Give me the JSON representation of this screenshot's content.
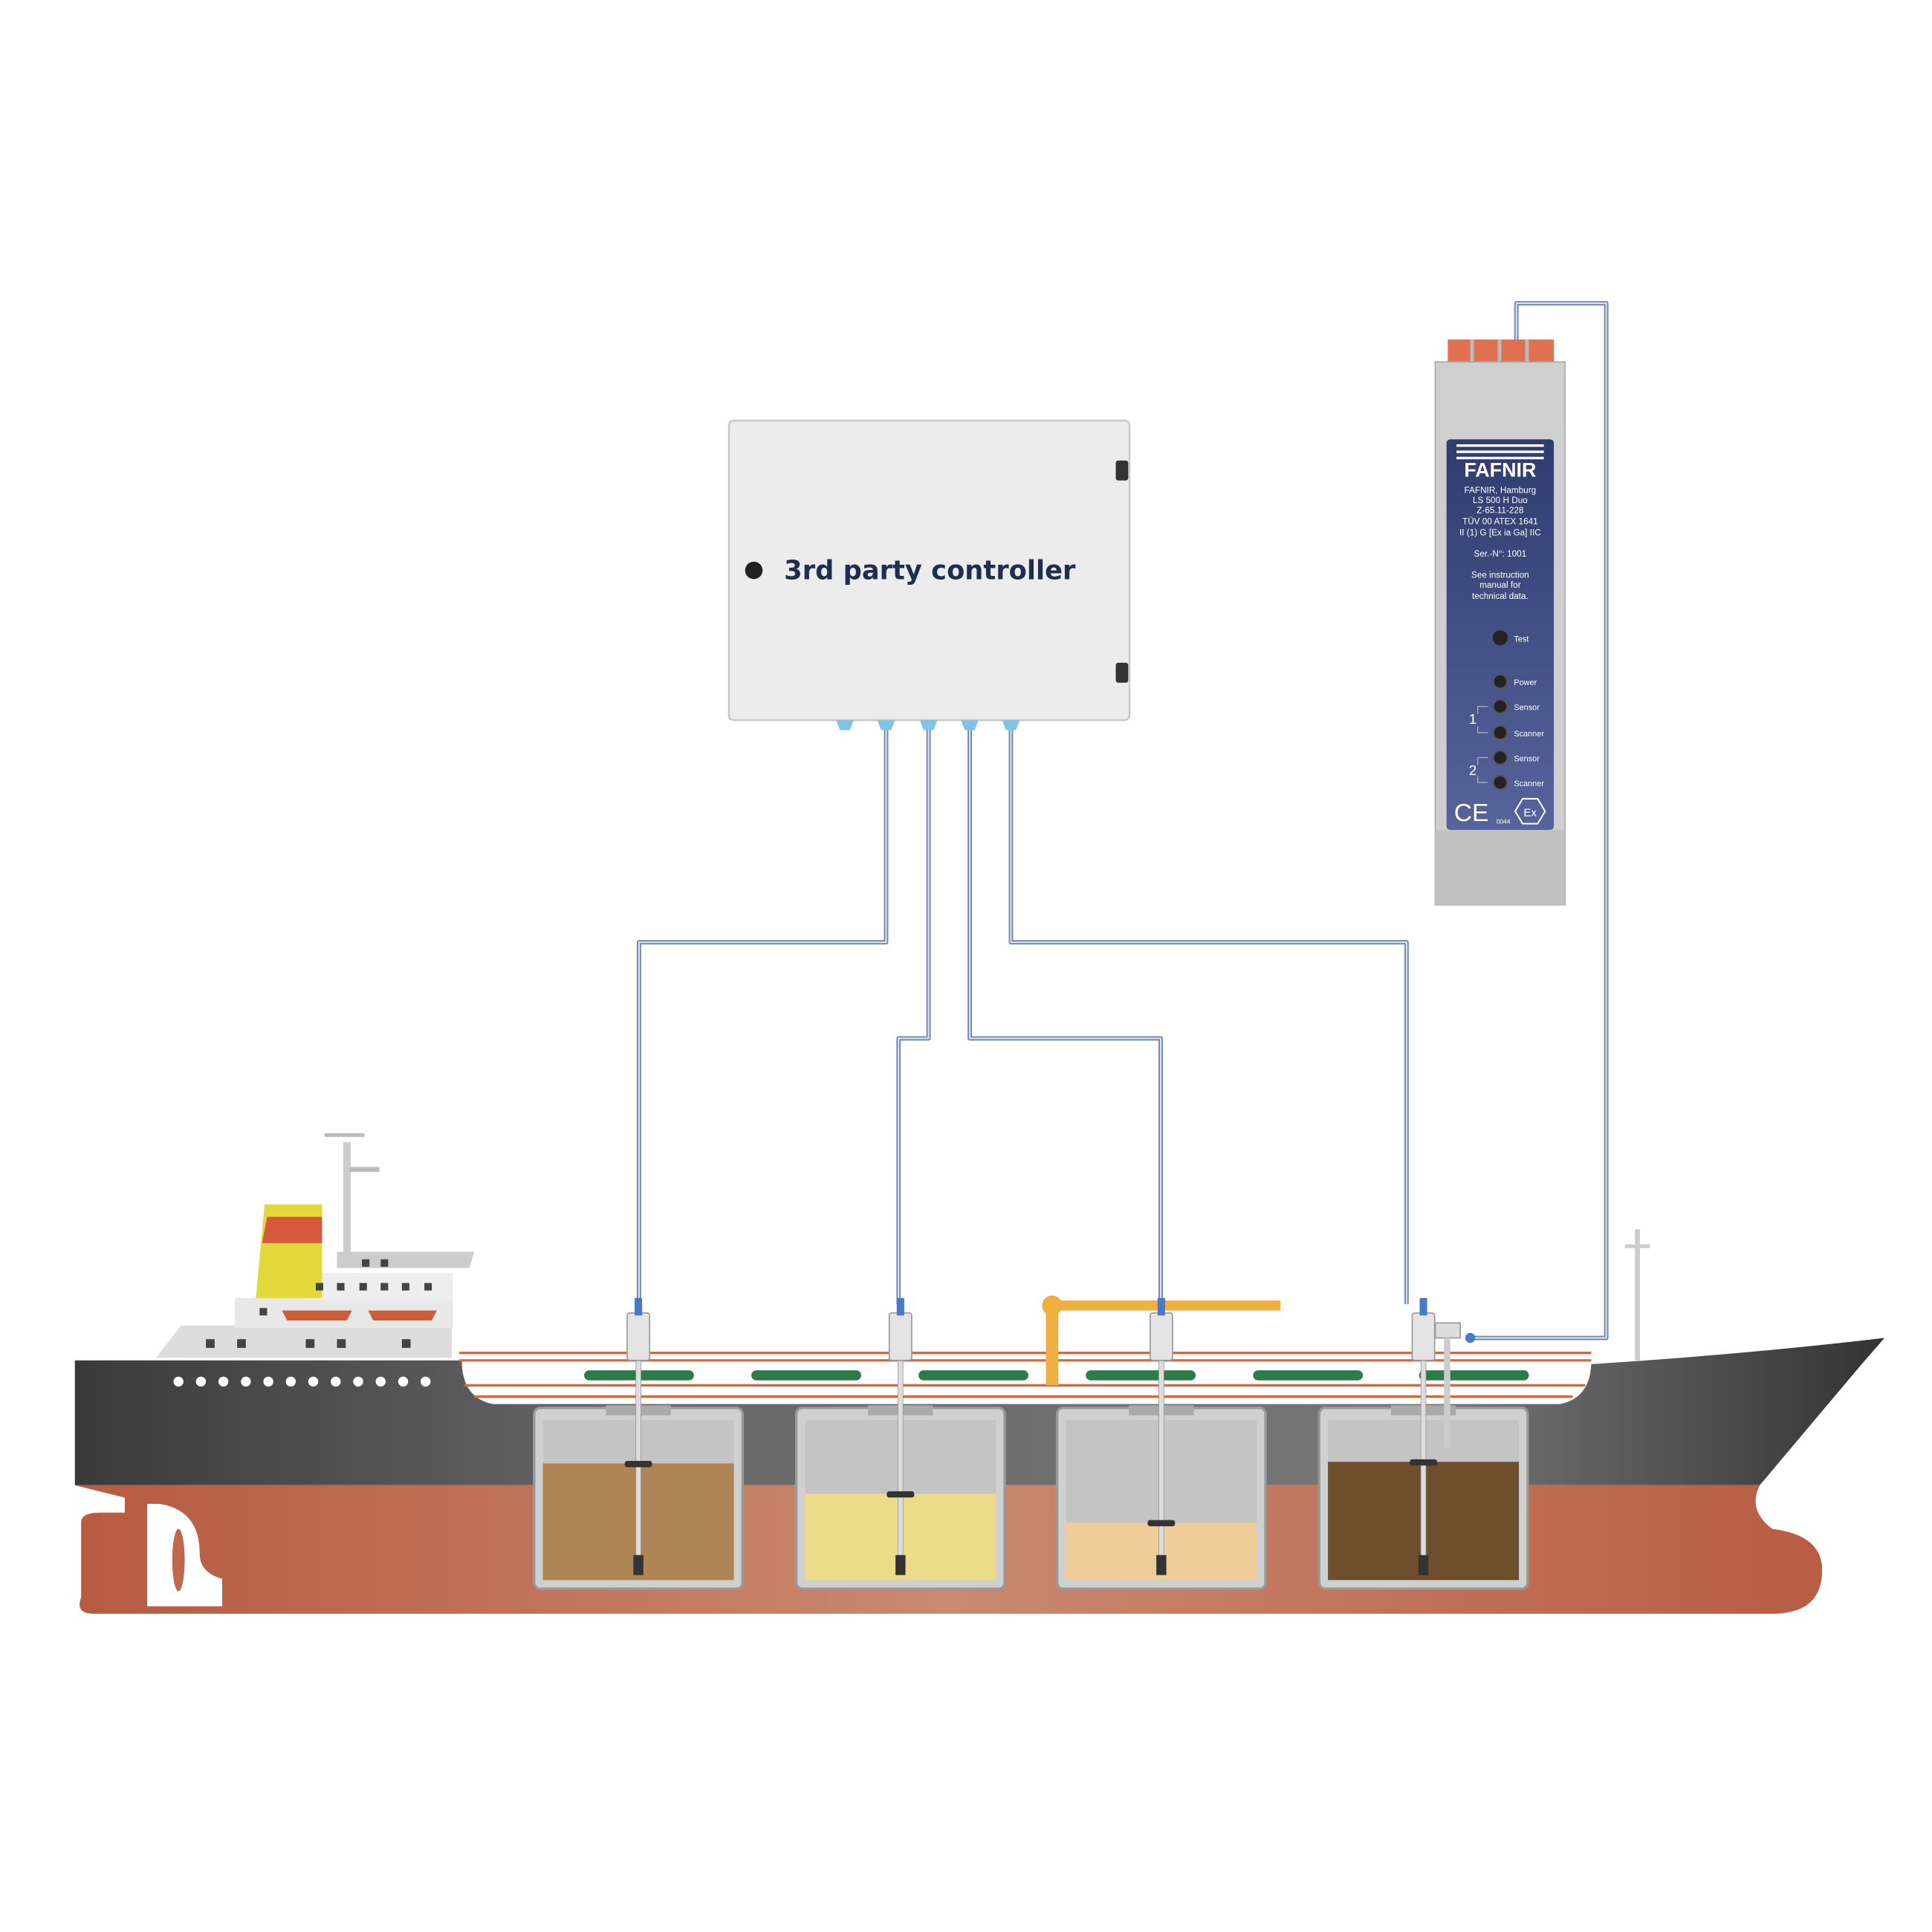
{
  "controller": {
    "label": "3rd party controller"
  },
  "device": {
    "brand": "FAFNIR",
    "lines": [
      "FAFNIR, Hamburg",
      "LS 500 H Duo",
      "Z-65.11-228",
      "TÜV 00 ATEX 1641",
      "II (1) G [Ex ia Ga] IIC"
    ],
    "serial": "Ser.-N°: 1001",
    "note": [
      "See instruction",
      "manual for",
      "technical data."
    ],
    "leds": {
      "test": "Test",
      "power": "Power",
      "sensor1": "Sensor",
      "scanner1": "Scanner",
      "sensor2": "Sensor",
      "scanner2": "Scanner"
    },
    "group1": "1",
    "group2": "2",
    "ce_mark": "CE",
    "notified_body": "0044",
    "ex_mark": "Ex"
  },
  "tanks": [
    {
      "fill_fraction": 0.73,
      "color": "#b08555"
    },
    {
      "fill_fraction": 0.54,
      "color": "#ecdc8a"
    },
    {
      "fill_fraction": 0.36,
      "color": "#efcd98"
    },
    {
      "fill_fraction": 0.74,
      "color": "#6f4e2c"
    }
  ],
  "colors": {
    "cable": "#7088b0",
    "device_panel": "#3a4a80",
    "hull_upper": "#555555",
    "hull_lower": "#bb6a50",
    "rail": "#e0643a",
    "funnel": "#e2d83a"
  }
}
